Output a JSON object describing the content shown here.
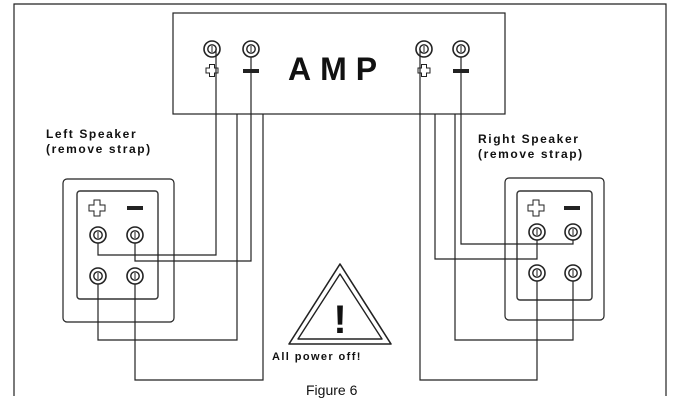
{
  "amp": {
    "label": "AMP"
  },
  "left_speaker": {
    "line1": "Left Speaker",
    "line2": "(remove strap)"
  },
  "right_speaker": {
    "line1": "Right Speaker",
    "line2": "(remove strap)"
  },
  "warning": {
    "text": "All power off!",
    "symbol": "!"
  },
  "figure": {
    "caption": "Figure 6"
  },
  "terminal_symbols": {
    "plus": "+",
    "minus": "−"
  },
  "colors": {
    "line": "#222222",
    "text": "#111111",
    "background": "#ffffff"
  }
}
